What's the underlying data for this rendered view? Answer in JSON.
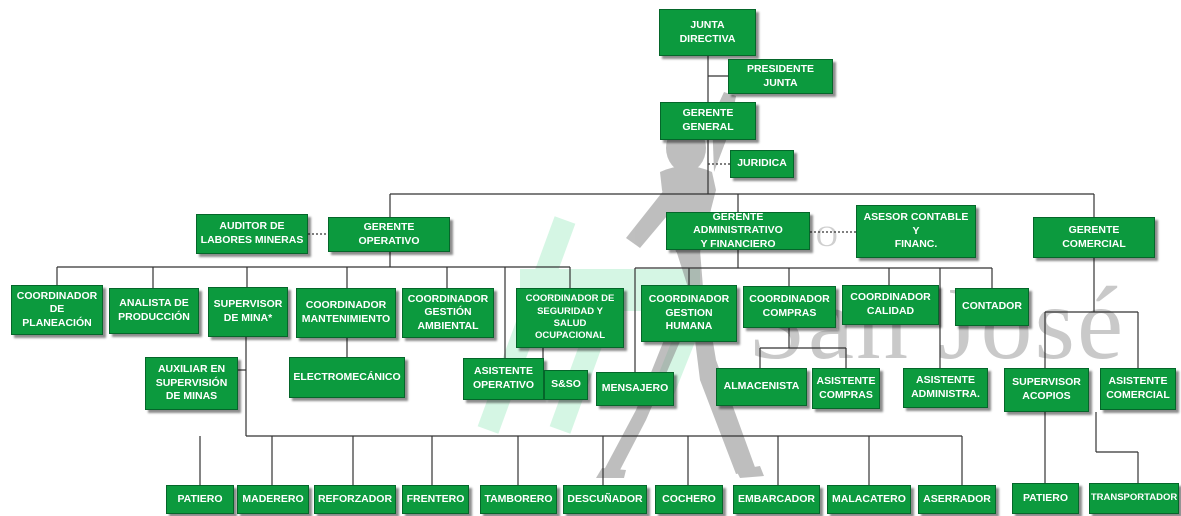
{
  "watermark": {
    "name": "San José",
    "partial_text": "BO"
  },
  "org": {
    "junta_directiva": "JUNTA\nDIRECTIVA",
    "presidente_junta": "PRESIDENTE\nJUNTA",
    "gerente_general": "GERENTE\nGENERAL",
    "juridica": "JURIDICA",
    "auditor": "AUDITOR  DE\nLABORES MINERAS",
    "gerente_operativo": "GERENTE OPERATIVO",
    "gerente_administrativo": "GERENTE ADMINISTRATIVO\nY FINANCIERO",
    "asesor_contable": "ASESOR CONTABLE Y\nFINANC.",
    "gerente_comercial": "GERENTE COMERCIAL",
    "coord_planeacion": "COORDINADOR\nDE\nPLANEACIÓN",
    "analista_produccion": "ANALISTA DE\nPRODUCCIÓN",
    "supervisor_mina": "SUPERVISOR\nDE MINA*",
    "coord_mantenimiento": "COORDINADOR\nMANTENIMIENTO",
    "coord_gestion_ambiental": "COORDINADOR\nGESTIÓN\nAMBIENTAL",
    "coord_seguridad": "COORDINADOR DE\nSEGURIDAD Y SALUD\nOCUPACIONAL",
    "coord_gestion_humana": "COORDINADOR\nGESTION\nHUMANA",
    "coord_compras": "COORDINADOR\nCOMPRAS",
    "coord_calidad": "COORDINADOR\nCALIDAD",
    "contador": "CONTADOR",
    "auxiliar_supervision": "AUXILIAR EN\nSUPERVISIÓN\nDE MINAS",
    "electromecanico": "ELECTROMECÁNICO",
    "asistente_operativo": "ASISTENTE\nOPERATIVO",
    "sso": "S&SO",
    "mensajero": "MENSAJERO",
    "almacenista": "ALMACENISTA",
    "asistente_compras": "ASISTENTE\nCOMPRAS",
    "asistente_administra": "ASISTENTE\nADMINISTRA.",
    "supervisor_acopios": "SUPERVISOR\nACOPIOS",
    "asistente_comercial": "ASISTENTE\nCOMERCIAL",
    "patiero_1": "PATIERO",
    "maderero": "MADERERO",
    "reforzador": "REFORZADOR",
    "frentero": "FRENTERO",
    "tamborero": "TAMBORERO",
    "descunador": "DESCUÑADOR",
    "cochero": "COCHERO",
    "embarcador": "EMBARCADOR",
    "malacatero": "MALACATERO",
    "aserrador": "ASERRADOR",
    "patiero_2": "PATIERO",
    "transportador": "TRANSPORTADOR"
  },
  "colors": {
    "box_fill": "#0c9a3e",
    "box_border": "#05662a",
    "box_text": "#ffffff",
    "line": "#333333",
    "watermark_green": "#b4f0cf",
    "watermark_gray": "#8a8a8a"
  }
}
